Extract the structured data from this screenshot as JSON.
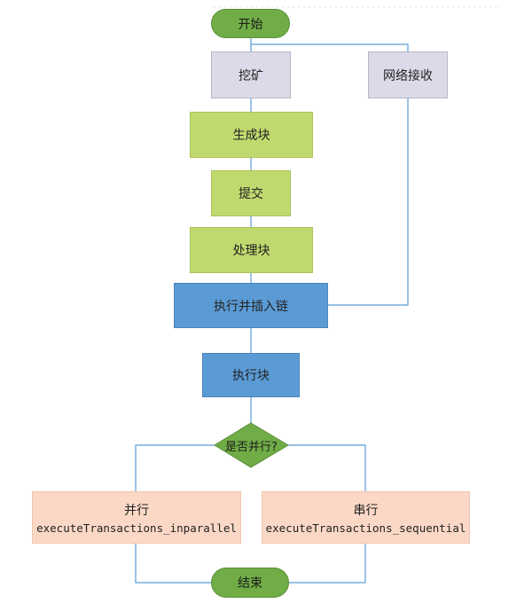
{
  "nodes": {
    "start": "开始",
    "mining": "挖矿",
    "network_receive": "网络接收",
    "generate_block": "生成块",
    "submit": "提交",
    "process_block": "处理块",
    "execute_insert_chain": "执行并插入链",
    "execute_block": "执行块",
    "decision_parallel": "是否并行?",
    "parallel_title": "并行",
    "parallel_func": "executeTransactions_inparallel",
    "sequential_title": "串行",
    "sequential_func": "executeTransactions_sequential",
    "end": "结束"
  },
  "colors": {
    "connector": "#5b9bd5",
    "terminal": "#70ad47",
    "gray_box": "#dcd9e8",
    "green_box": "#c0d96f",
    "blue_box": "#5b9bd5",
    "peach_box": "#fbd8c6"
  }
}
